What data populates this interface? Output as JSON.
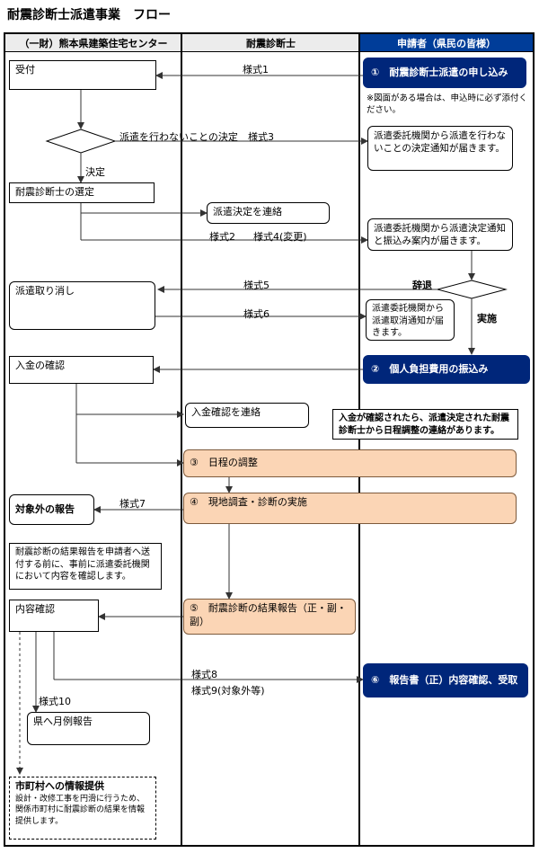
{
  "title": "耐震診断士派遣事業　フロー",
  "columns": {
    "left": "（一財）熊本県建築住宅センター",
    "middle": "耐震診断士",
    "right": "申請者（県民の皆様）"
  },
  "nodes": {
    "uketsuke": "受付",
    "step1": "①　耐震診断士派遣の申し込み",
    "note_drawing": "※図面がある場合は、申込時に必ず添付ください。",
    "decision_not": "派遣を行わないことの決定",
    "notice_not": "派遣委託機関から派遣を行わないことの決定通知が届きます。",
    "decided": "決定",
    "select": "耐震診断士の選定",
    "notify_decision": "派遣決定を連絡",
    "notice_decision": "派遣委託機関から派遣決定通知と振込み案内が届きます。",
    "withdraw": "辞退",
    "cancel": "派遣取り消し",
    "notice_cancel": "派遣委託機関から派遣取消通知が届きます。",
    "implement": "実施",
    "payment_check": "入金の確認",
    "step2": "②　個人負担費用の振込み",
    "notify_payment": "入金確認を連絡",
    "note_schedule": "入金が確認されたら、派遣決定された耐震診断士から日程調整の連絡があります。",
    "step3": "③　日程の調整",
    "out_of_scope": "対象外の報告",
    "step4": "④　現地調査・診断の実施",
    "note_review": "耐震診断の結果報告を申請者へ送付する前に、事前に派遣委託機関において内容を確認します。",
    "content_check": "内容確認",
    "step5": "⑤　耐震診断の結果報告（正・副・副）",
    "step6": "⑥　報告書（正）内容確認、受取",
    "monthly": "県へ月例報告",
    "city_title": "市町村への情報提供",
    "city_body": "設計・改修工事を円滑に行うため、関係市町村に耐震診断の結果を情報提供します。"
  },
  "forms": {
    "f1": "様式1",
    "f3": "様式3",
    "f2": "様式2",
    "f4": "様式4(変更)",
    "f5": "様式5",
    "f6": "様式6",
    "f7": "様式7",
    "f8": "様式8",
    "f9": "様式9(対象外等)",
    "f10": "様式10"
  },
  "colors": {
    "navy": "#00267a",
    "header_right": "#003d99",
    "peach": "#fbd5b5",
    "header_gray": "#ececec",
    "arrow": "#333333"
  }
}
